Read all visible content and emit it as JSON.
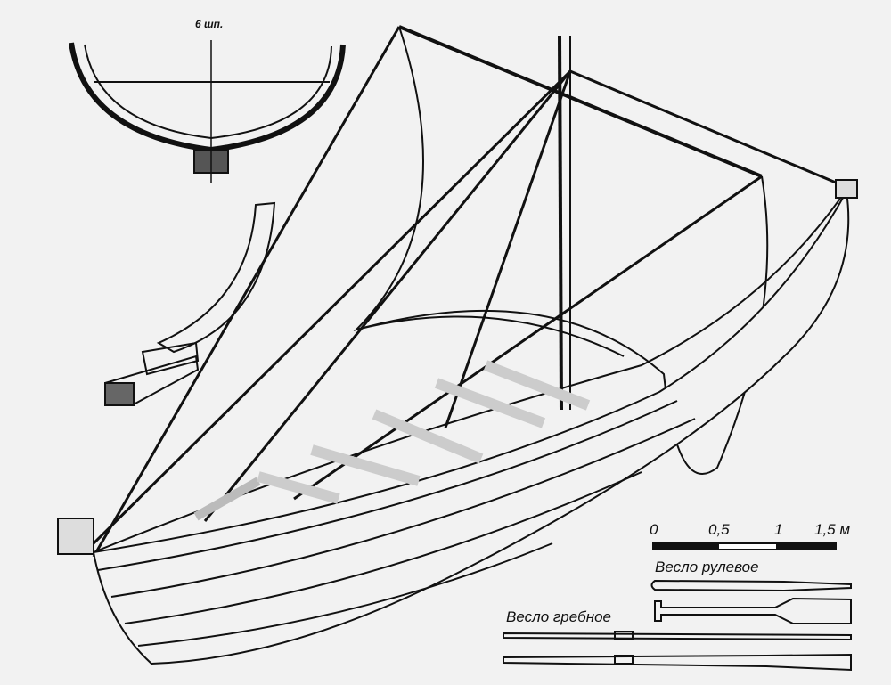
{
  "section_label": "6 шп.",
  "scale": {
    "ticks": [
      "0",
      "0,5",
      "1",
      "1,5 м"
    ]
  },
  "steering_oar_label": "Весло рулевое",
  "rowing_oar_label": "Весло гребное"
}
